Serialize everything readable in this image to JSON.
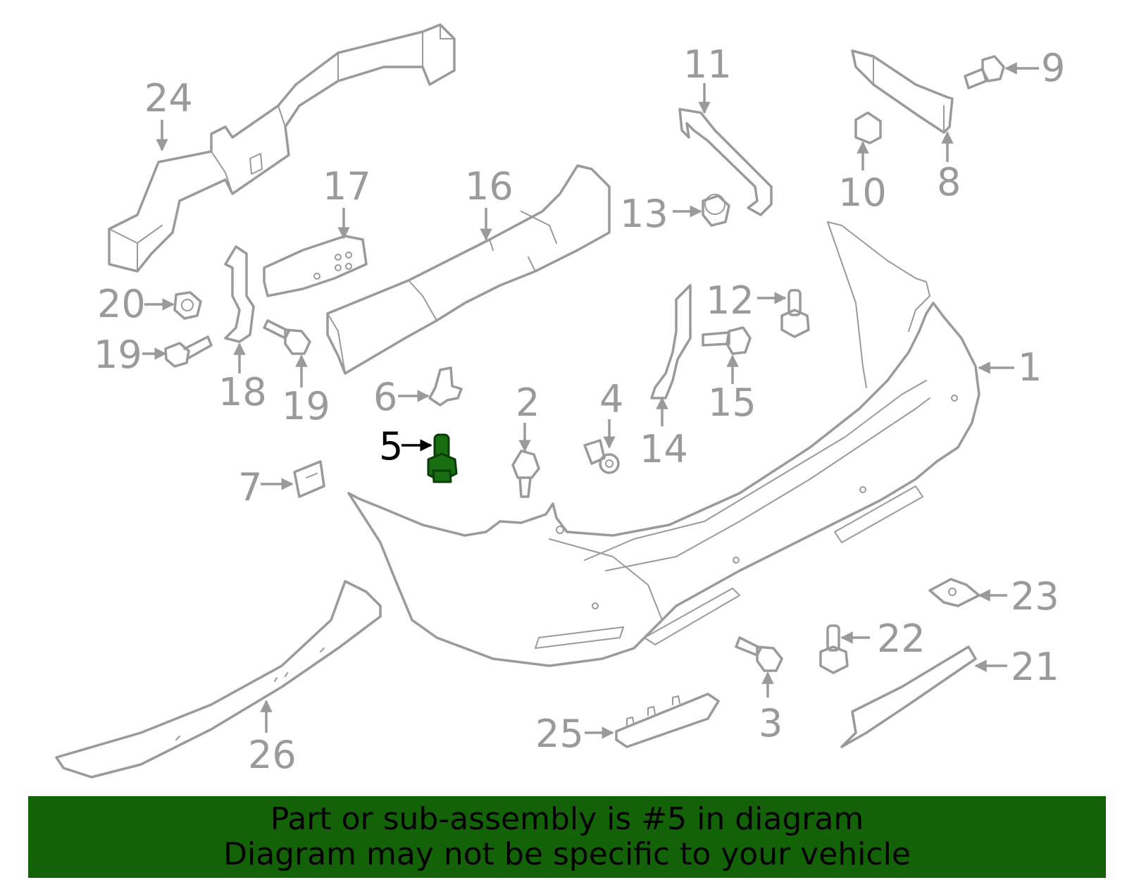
{
  "diagram": {
    "highlight_color": "#136207",
    "line_color": "#9a9a9a",
    "callouts": {
      "c1": "1",
      "c2": "2",
      "c3": "3",
      "c4": "4",
      "c5": "5",
      "c6": "6",
      "c7": "7",
      "c8": "8",
      "c9": "9",
      "c10": "10",
      "c11": "11",
      "c12": "12",
      "c13": "13",
      "c14": "14",
      "c15": "15",
      "c16": "16",
      "c17": "17",
      "c18": "18",
      "c19a": "19",
      "c19b": "19",
      "c20": "20",
      "c21": "21",
      "c22": "22",
      "c23": "23",
      "c24": "24",
      "c25": "25",
      "c26": "26"
    }
  },
  "banner": {
    "line1": "Part or sub-assembly is #5 in diagram",
    "line2": "Diagram may not be specific to your vehicle"
  }
}
